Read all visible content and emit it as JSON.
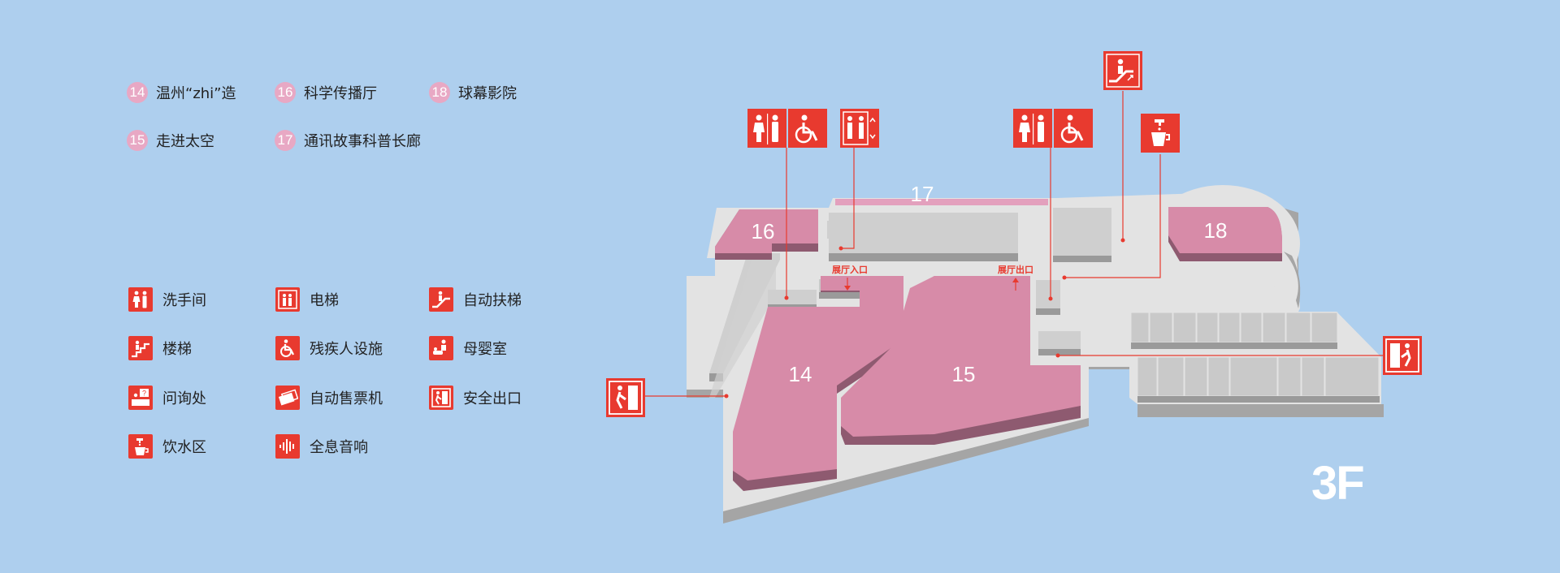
{
  "zones": [
    {
      "num": "14",
      "name": "温州“zhi”造"
    },
    {
      "num": "16",
      "name": "科学传播厅"
    },
    {
      "num": "18",
      "name": "球幕影院"
    },
    {
      "num": "15",
      "name": "走进太空"
    },
    {
      "num": "17",
      "name": "通讯故事科普长廊"
    }
  ],
  "facilities": [
    {
      "icon": "restroom-icon",
      "label": "洗手间"
    },
    {
      "icon": "elevator-icon",
      "label": "电梯"
    },
    {
      "icon": "escalator-icon",
      "label": "自动扶梯"
    },
    {
      "icon": "stairs-icon",
      "label": "楼梯"
    },
    {
      "icon": "accessible-icon",
      "label": "残疾人设施"
    },
    {
      "icon": "baby-room-icon",
      "label": "母婴室"
    },
    {
      "icon": "info-desk-icon",
      "label": "问询处"
    },
    {
      "icon": "ticket-machine-icon",
      "label": "自动售票机"
    },
    {
      "icon": "emergency-exit-icon",
      "label": "安全出口"
    },
    {
      "icon": "drinking-water-icon",
      "label": "饮水区"
    },
    {
      "icon": "audio-icon",
      "label": "全息音响"
    }
  ],
  "map": {
    "area_labels": {
      "a14": "14",
      "a15": "15",
      "a16": "16",
      "a17": "17",
      "a18": "18"
    },
    "entrance_label": "展厅入口",
    "exit_label": "展厅出口",
    "floor": "3F"
  },
  "colors": {
    "background": "#aecfee",
    "zone_pink": "#d78ba8",
    "facility_red": "#e83a2f",
    "floor_top": "#e3e3e3",
    "floor_side": "#a5a5a5"
  }
}
